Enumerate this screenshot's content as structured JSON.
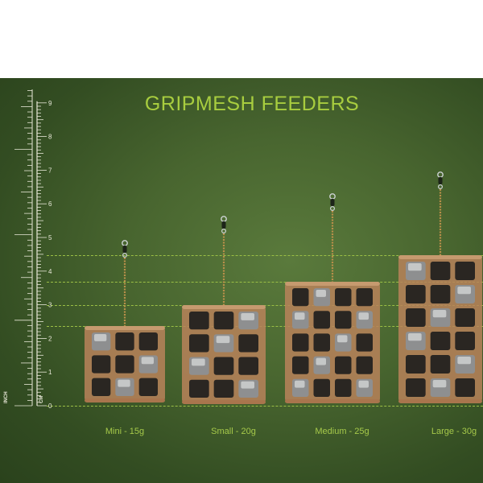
{
  "title": "GRIPMESH FEEDERS",
  "ruler": {
    "inch_label": "INCH",
    "cm_label": "CM",
    "cm_marks": [
      "0",
      "1",
      "2",
      "3",
      "4",
      "5",
      "6",
      "7",
      "8",
      "9"
    ]
  },
  "feeders": [
    {
      "label": "Mini - 15g"
    },
    {
      "label": "Small - 20g"
    },
    {
      "label": "Medium - 25g"
    },
    {
      "label": "Large - 30g"
    }
  ],
  "colors": {
    "background_top": "#ffffff",
    "panel": "#48652f",
    "title": "#a8cd3f",
    "guide_lines": "#9bbf45",
    "caption": "#a6c94a",
    "mesh": "#b8835a",
    "ruler": "#e8e8d8"
  }
}
